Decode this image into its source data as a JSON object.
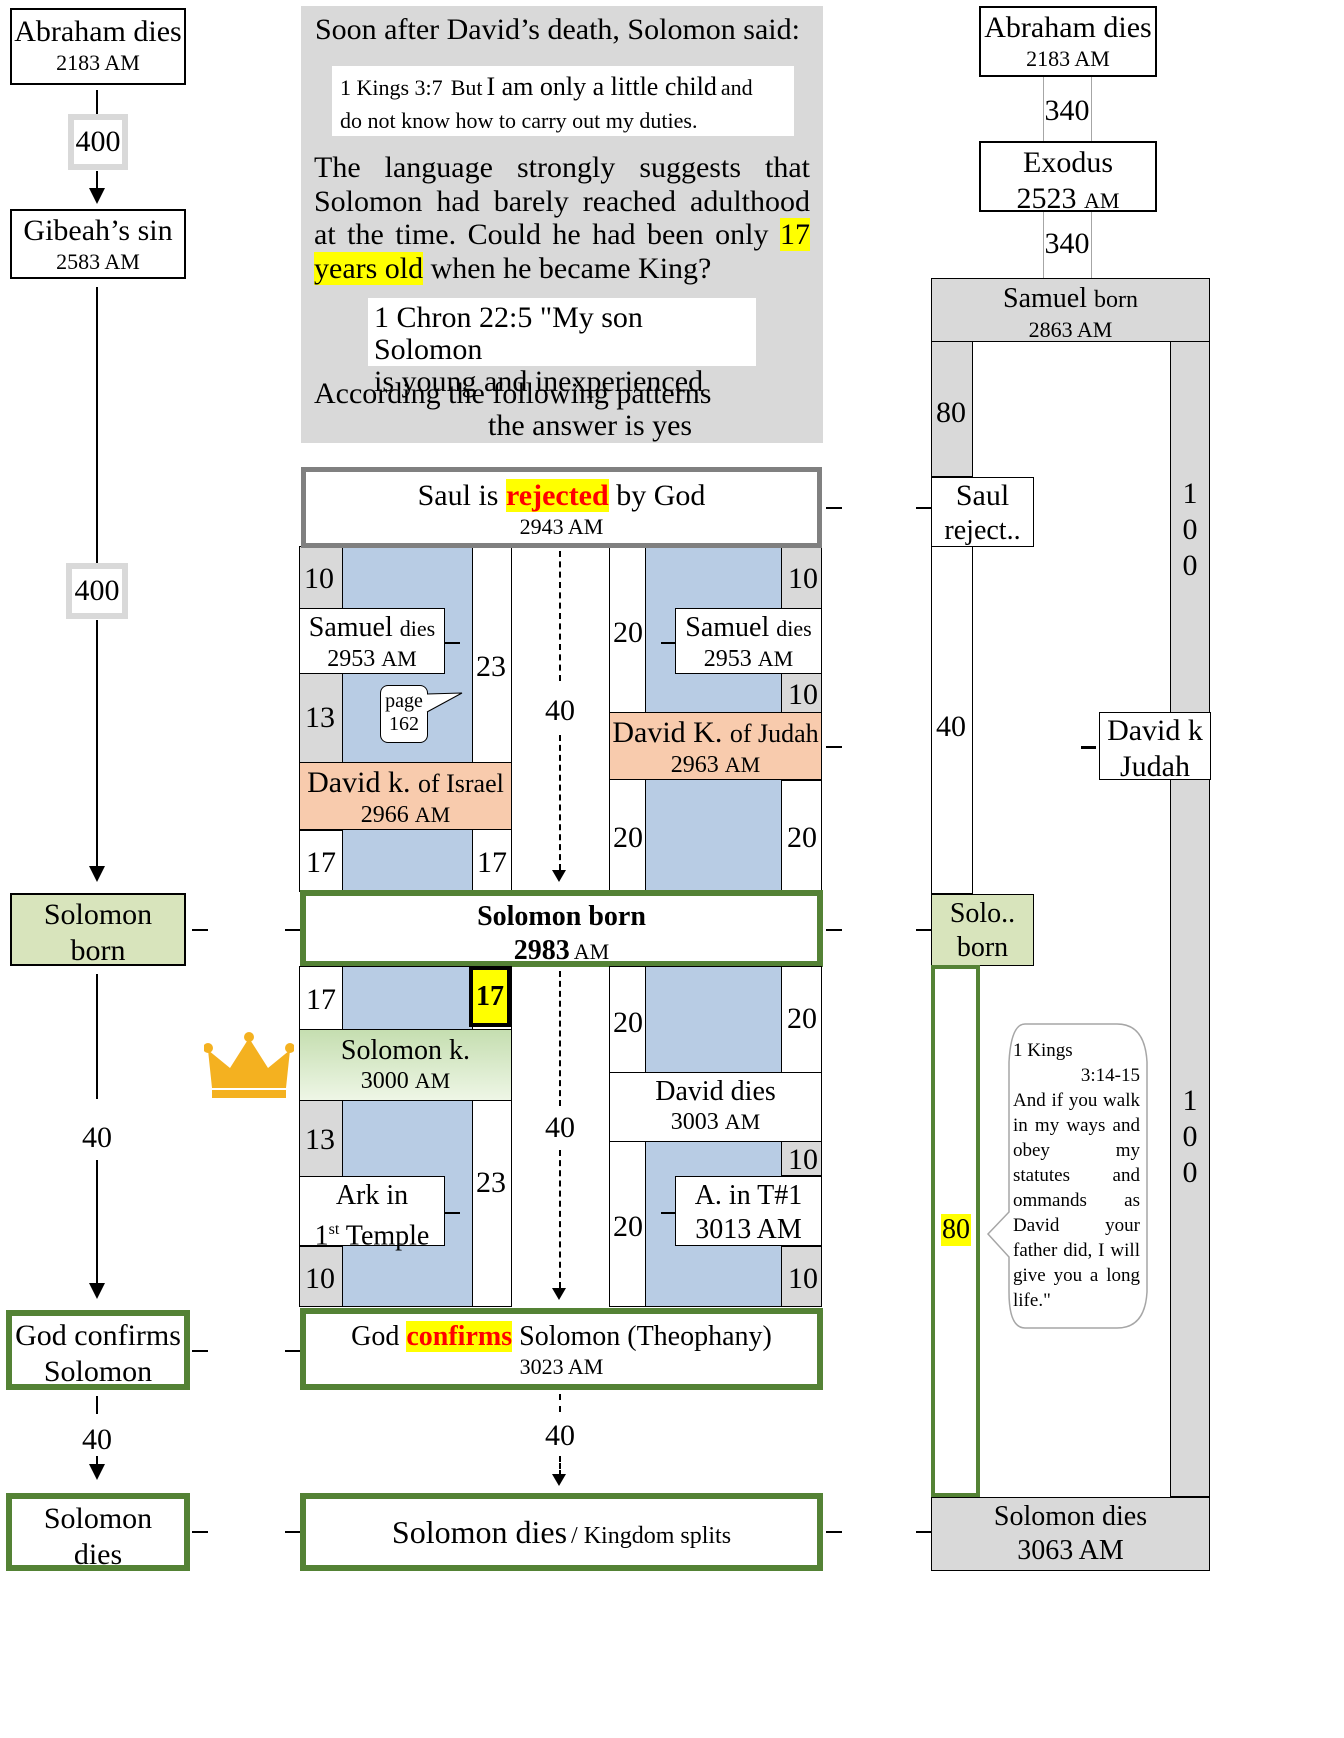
{
  "left": {
    "abraham": {
      "title": "Abraham dies",
      "year": "2183",
      "am": "AM"
    },
    "span1": "400",
    "gibeah": {
      "title": "Gibeah’s sin",
      "year": "2583",
      "am": "AM"
    },
    "span2": "400",
    "solomon_born": {
      "line1": "Solomon",
      "line2": "born"
    },
    "span3": "40",
    "confirms": {
      "line1": "God confirms",
      "line2": "Solomon"
    },
    "span4": "40",
    "dies": {
      "line1": "Solomon",
      "line2": "dies"
    }
  },
  "intro": {
    "line1": "Soon after David’s death, Solomon said:",
    "quote1_ref": "1 Kings 3:7",
    "quote1_a": "But",
    "quote1_b": "I am only a little child",
    "quote1_c": "and",
    "quote1_d": "do not know how to carry out my duties.",
    "para_a": "The language strongly suggests that Solomon had barely reached adulthood at the time. Could he had been only",
    "para_hi": "17 years old",
    "para_b": "when he became King?",
    "quote2_a": "1 Chron 22:5  \"My son Solomon",
    "quote2_b": "is young and inexperienced",
    "concl_a": "According the following patterns",
    "concl_b": "the answer is yes"
  },
  "middle": {
    "saul_a": "Saul is",
    "saul_red": "rejected",
    "saul_b": "by God",
    "saul_year": "2943",
    "am": "AM",
    "n10a": "10",
    "n10b": "10",
    "n13a": "13",
    "n23a": "23",
    "n40a": "40",
    "n20a": "20",
    "n10c": "10",
    "n17a": "17",
    "n17b": "17",
    "n20b": "20",
    "n20c": "20",
    "samuel_l": {
      "a": "Samuel",
      "b": "dies",
      "year": "2953"
    },
    "samuel_r": {
      "a": "Samuel",
      "b": "dies",
      "year": "2953"
    },
    "page_a": "page",
    "page_b": "162",
    "israel": {
      "a": "David k.",
      "b": "of Israel",
      "year": "2966"
    },
    "judah": {
      "a": "David K.",
      "b": "of Judah",
      "year": "2963"
    },
    "born_title": "Solomon born",
    "born_year": "2983",
    "n17c": "17",
    "n17d": "17",
    "n20d": "20",
    "n20e": "20",
    "n40b": "40",
    "n13b": "13",
    "n23b": "23",
    "n10d": "10",
    "n20f": "20",
    "n10e": "10",
    "n10f": "10",
    "solk": {
      "a": "Solomon k.",
      "year": "3000"
    },
    "david_dies": {
      "a": "David dies",
      "year": "3003"
    },
    "ark": {
      "a": "Ark in",
      "b": "1",
      "sup": "st",
      "c": "Temple"
    },
    "atemple": {
      "a": "A. in T#1",
      "b": "3013 AM"
    },
    "conf_a": "God",
    "conf_red": "confirms",
    "conf_b": "Solomon (Theophany)",
    "conf_year": "3023",
    "n40c": "40",
    "dies_a": "Solomon dies",
    "dies_b": "/ Kingdom splits"
  },
  "right": {
    "abraham": {
      "title": "Abraham dies",
      "year": "2183",
      "am": "AM"
    },
    "s340a": "340",
    "exodus": {
      "title": "Exodus",
      "year": "2523",
      "am": "AM"
    },
    "s340b": "340",
    "samuel": {
      "a": "Samuel",
      "b": "born",
      "year": "2863",
      "am": "AM"
    },
    "n80a": "80",
    "saul": {
      "a": "Saul",
      "b": "reject.."
    },
    "n40": "40",
    "davidk": {
      "a": "David k",
      "b": "Judah"
    },
    "solo": {
      "a": "Solo..",
      "b": "born"
    },
    "n80b": "80",
    "v100a": [
      "1",
      "0",
      "0"
    ],
    "v100b": [
      "1",
      "0",
      "0"
    ],
    "quote": {
      "a": "1 Kings",
      "b": "3:14-15",
      "c": "And if you walk in my ways and obey my statutes and ommands as David your father did, I will give you a long life.\""
    },
    "dies": {
      "a": "Solomon dies",
      "b": "3063 AM"
    }
  },
  "colors": {
    "grey": "#d9d9d9",
    "blue": "#b8cce4",
    "peach": "#f8cbad",
    "green_border": "#548235",
    "light_green": "#d8e4bc",
    "highlight": "#ffff00",
    "red": "#ff0000",
    "crown": "#f4b120"
  }
}
